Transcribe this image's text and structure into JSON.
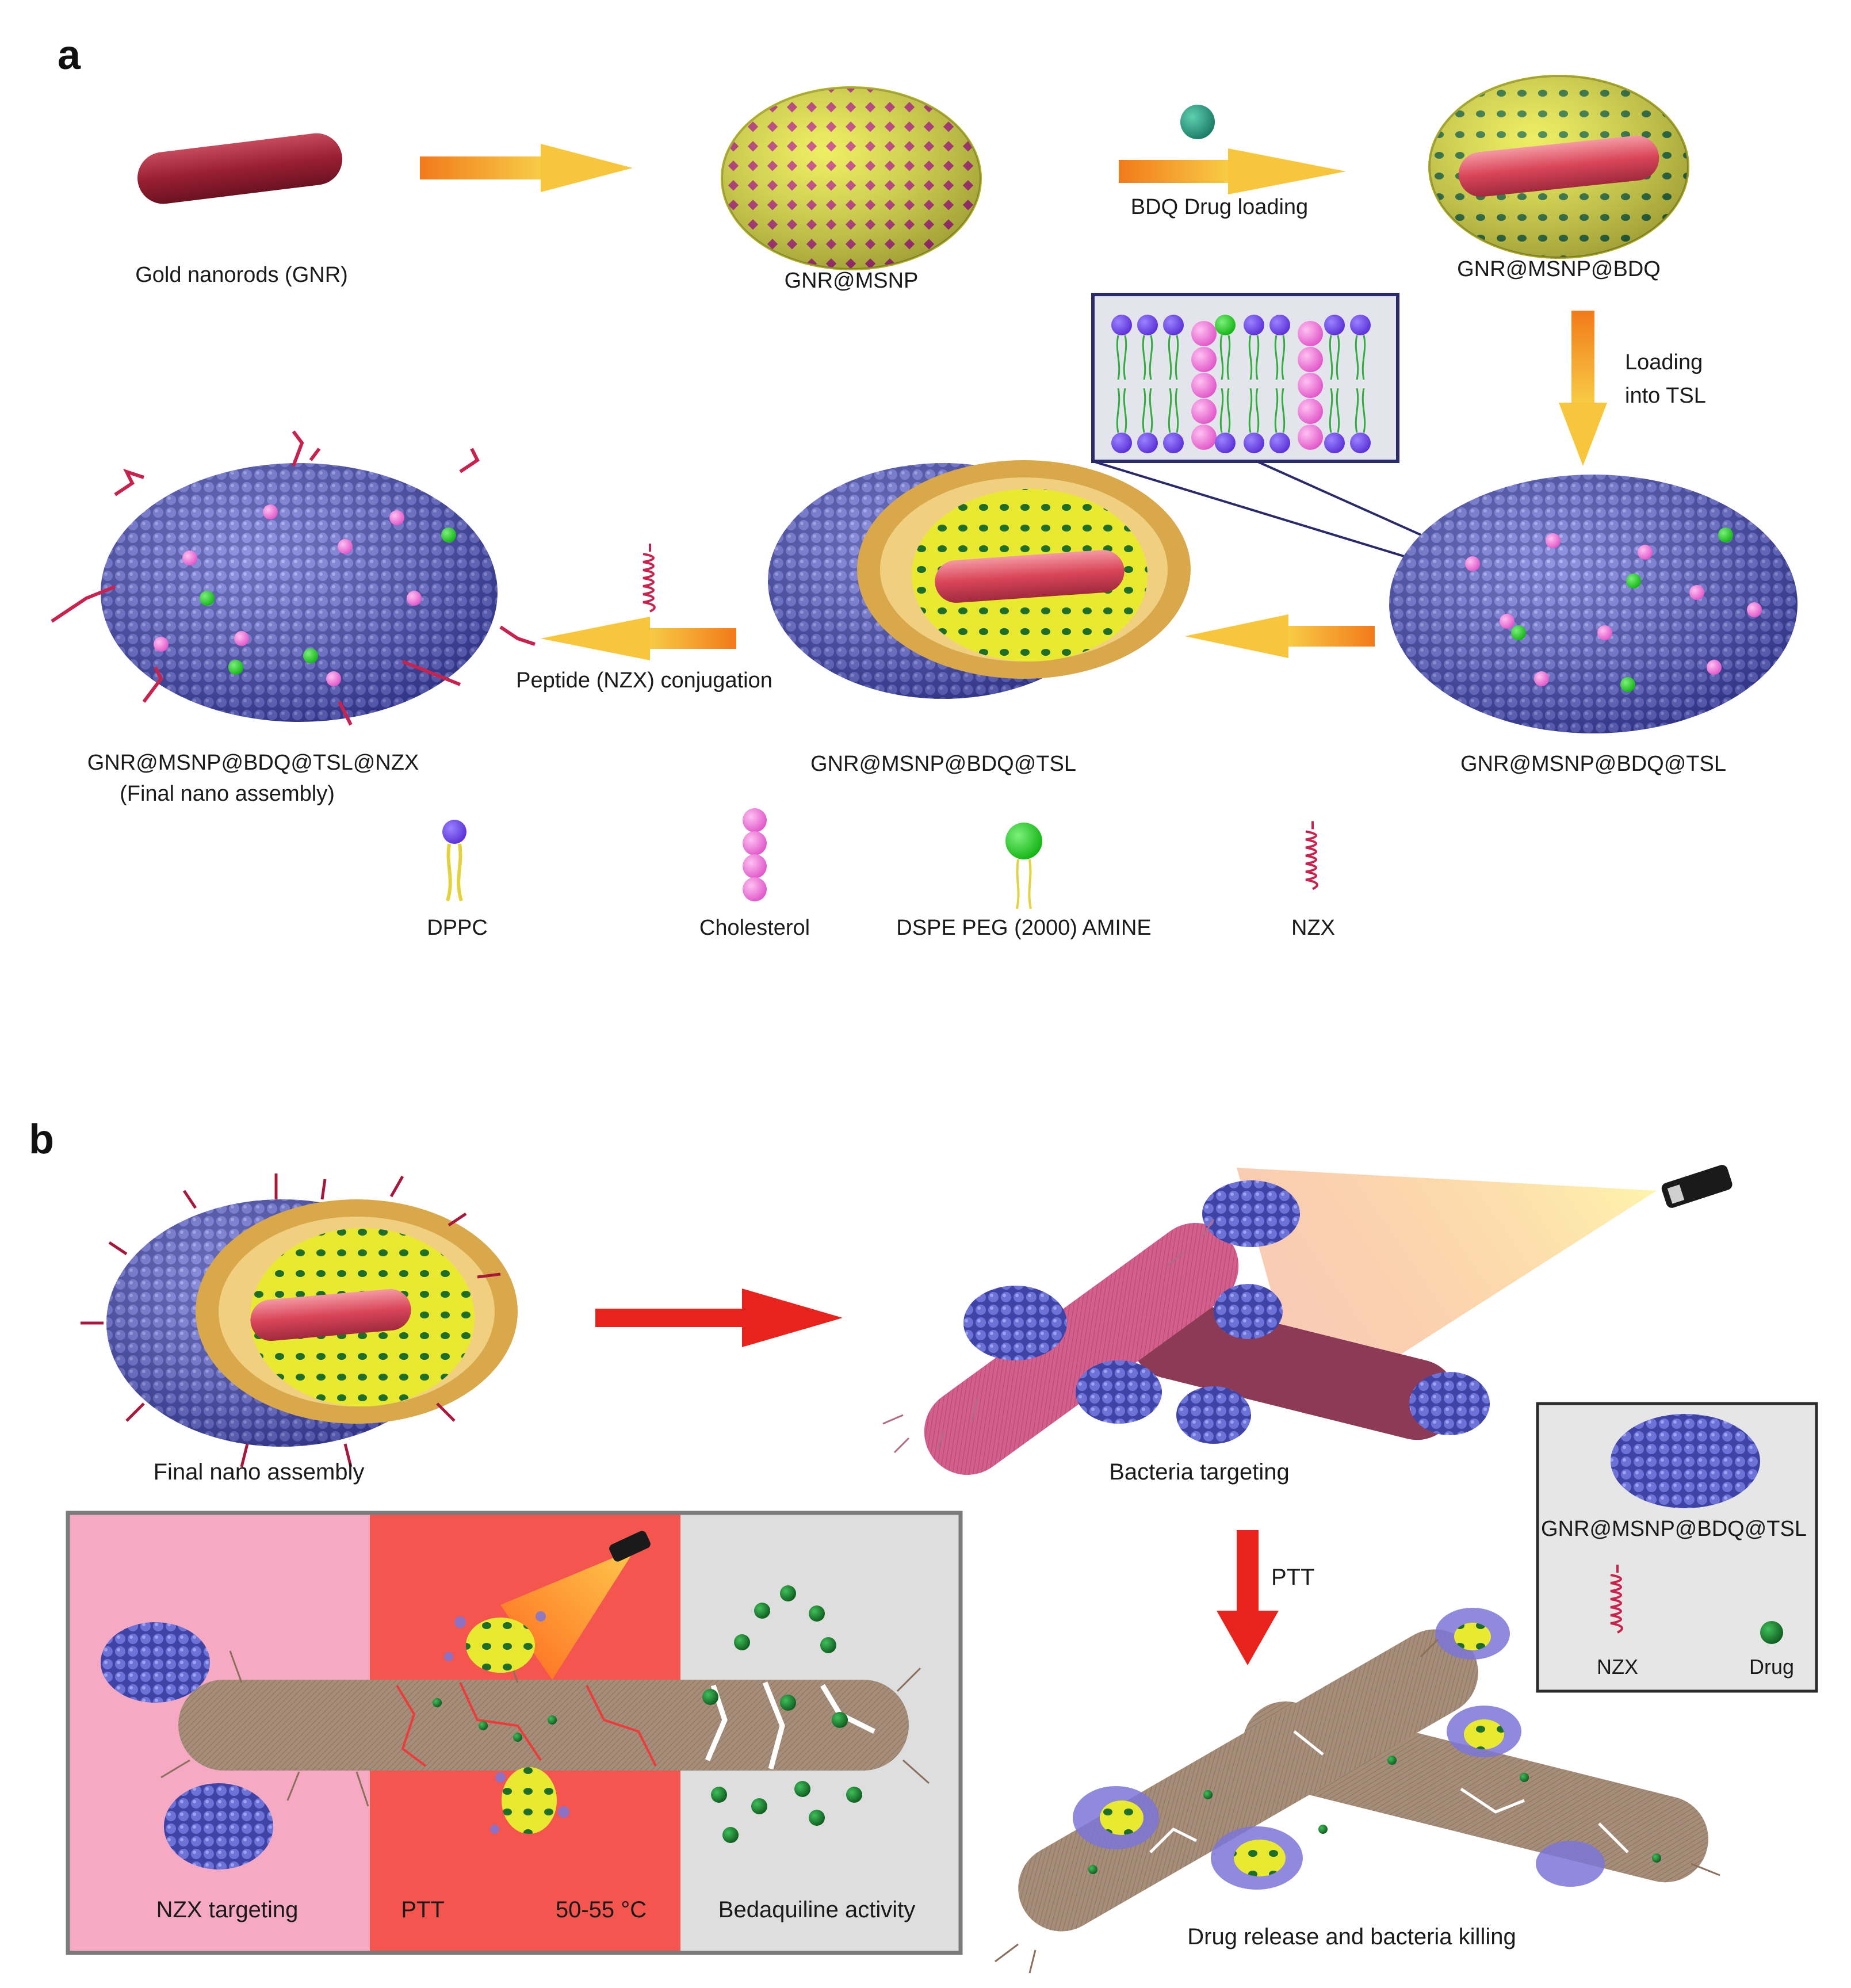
{
  "panel_a": {
    "letter": "a",
    "labels": {
      "gnr": "Gold nanorods (GNR)",
      "gnr_msnp": "GNR@MSNP",
      "drug_loading": "BDQ Drug loading",
      "gnr_msnp_bdq": "GNR@MSNP@BDQ",
      "loading_line1": "Loading",
      "loading_line2": "into TSL",
      "tsl_right": "GNR@MSNP@BDQ@TSL",
      "tsl_mid": "GNR@MSNP@BDQ@TSL",
      "conjugation": "Peptide (NZX) conjugation",
      "final_line1": "GNR@MSNP@BDQ@TSL@NZX",
      "final_line2": "(Final nano assembly)"
    },
    "legend": {
      "dppc": "DPPC",
      "cholesterol": "Cholesterol",
      "dspe": "DSPE PEG (2000) AMINE",
      "nzx": "NZX"
    }
  },
  "panel_b": {
    "letter": "b",
    "labels": {
      "final_assembly": "Final nano assembly",
      "bacteria_targeting": "Bacteria targeting",
      "ptt_arrow": "PTT",
      "drug_release": "Drug release and bacteria killing"
    },
    "stages": {
      "nzx_targeting": "NZX targeting",
      "ptt": "PTT",
      "temperature": "50-55 °C",
      "bedaquiline": "Bedaquiline activity"
    },
    "key": {
      "tsl": "GNR@MSNP@BDQ@TSL",
      "nzx": "NZX",
      "drug": "Drug"
    }
  },
  "colors": {
    "liposome": "#5a5fc9",
    "msnp": "#e6e62e",
    "gold_rod": "#9e2236",
    "drug": "#1f8a3c",
    "cholesterol": "#f07ad0",
    "arrow_orange": "#f5a623",
    "arrow_red": "#e8231e",
    "stage_pink": "#f6a9c2",
    "stage_red": "#f4554f",
    "stage_grey": "#dedede",
    "bacterium_pink": "#d6628f",
    "bacterium_brown": "#a88f7a"
  }
}
